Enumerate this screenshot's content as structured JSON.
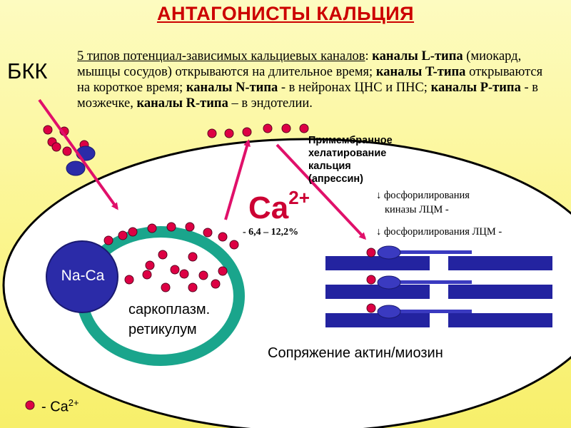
{
  "title": "АНТАГОНИСТЫ КАЛЬЦИЯ",
  "bkk_label": "БКК",
  "description": {
    "p1_underlined": "5 типов потенциал-зависимых кальциевых каналов",
    "p2": ": ",
    "l_type": "каналы L-типа",
    "p3": " (миокард, мышцы сосудов) открываются на длительное время; ",
    "t_type": "каналы T-типа",
    "p4": " открываются на короткое время; ",
    "n_type": "каналы N-типа",
    "p5": " - в нейронах ЦНС и ПНС; ",
    "p_type": "каналы P-типа",
    "p6": " - в мозжечке, ",
    "r_type": "каналы R-типа",
    "p7": " – в эндотелии."
  },
  "chelation": {
    "line1": "Примембранное",
    "line2": "хелатирование",
    "line3": "кальция",
    "line4": "(апрессин)"
  },
  "ca_ion": {
    "symbol": "Ca",
    "charge": "2+"
  },
  "reduction": "- 6,4 – 12,2%",
  "phosphorylation": {
    "line1": "↓ фосфорилирования",
    "line2": "киназы ЛЦМ -",
    "line3": "↓ фосфорилирования ЛЦМ -"
  },
  "exchanger": "Na-Ca",
  "sr_label": {
    "line1": "саркоплазм.",
    "line2": "ретикулум"
  },
  "actomyosin": "Сопряжение актин/миозин",
  "legend": {
    "label": "- Ca",
    "charge": "2+"
  },
  "colors": {
    "title": "#cc0000",
    "calcium_dot": "#dd0044",
    "arrow": "#e0106a",
    "sr_ring": "#1aa58c",
    "exchanger": "#2b2ba8",
    "filament": "#2323a0",
    "myosin_head": "#3a3ac0",
    "background": "#fbf58e"
  }
}
